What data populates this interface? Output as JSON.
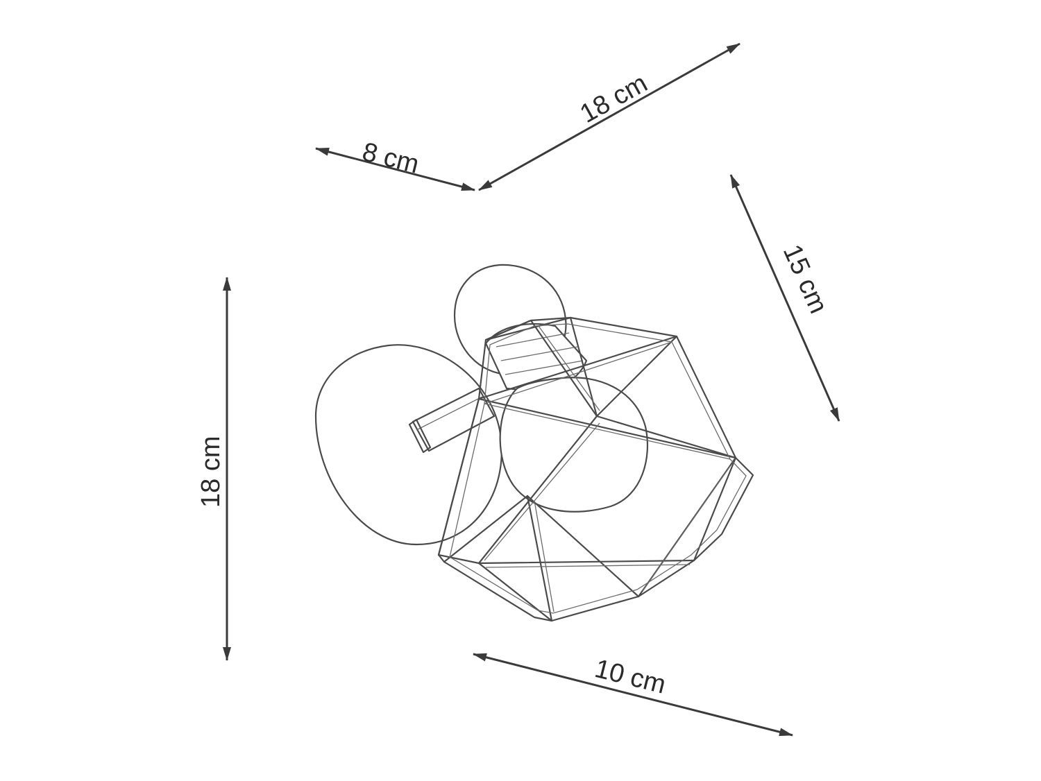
{
  "dimensions": {
    "depth_base": "8 cm",
    "width_top": "18 cm",
    "shade_diagonal": "15 cm",
    "height": "18 cm",
    "shade_width": "10 cm"
  },
  "colors": {
    "line": "#3a3a3a",
    "text": "#2a2a2a",
    "drawing": "#4a4a4a",
    "background": "#ffffff"
  }
}
